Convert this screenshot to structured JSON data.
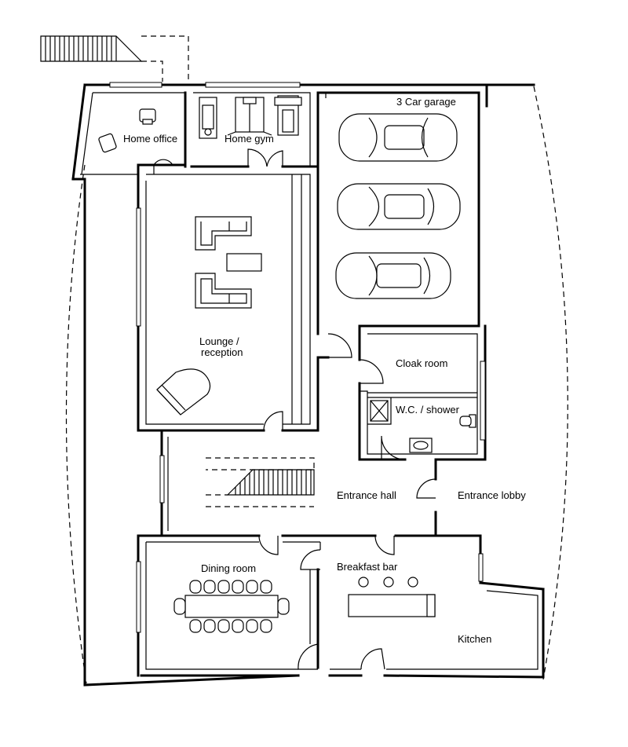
{
  "rooms": {
    "home_office": "Home office",
    "home_gym": "Home gym",
    "garage": "3 Car garage",
    "lounge_line1": "Lounge /",
    "lounge_line2": "reception",
    "cloak_room": "Cloak room",
    "wc_shower": "W.C. / shower",
    "entrance_hall": "Entrance hall",
    "entrance_lobby": "Entrance lobby",
    "dining_room": "Dining room",
    "breakfast_bar": "Breakfast bar",
    "kitchen": "Kitchen"
  },
  "colors": {
    "line": "#000000",
    "background": "#ffffff"
  }
}
